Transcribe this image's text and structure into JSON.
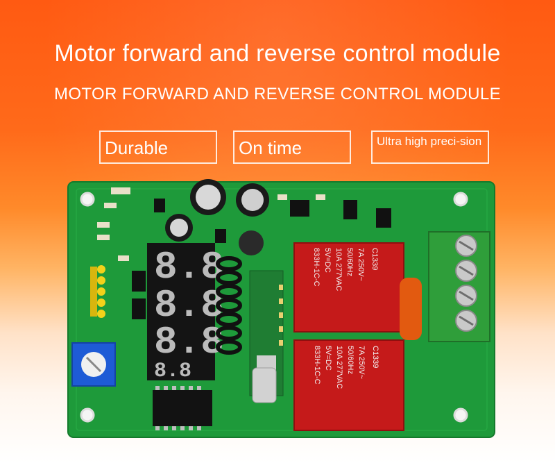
{
  "header": {
    "title": "Motor forward and reverse control module",
    "subtitle": "MOTOR FORWARD AND REVERSE CONTROL MODULE"
  },
  "features": [
    {
      "label": "Durable"
    },
    {
      "label": "On time"
    },
    {
      "label": "Ultra high preci-sion"
    }
  ],
  "relays": [
    {
      "code": "C1339",
      "rating1": "7A 250V~",
      "rating2": "50/60Hz",
      "rating3": "10A 277VAC",
      "coil": "5V=DC",
      "model": "833H-1C-C"
    },
    {
      "code": "C1339",
      "rating1": "7A 250V~",
      "rating2": "50/60Hz",
      "rating3": "10A 277VAC",
      "coil": "5V=DC",
      "model": "833H-1C-C"
    }
  ],
  "colors": {
    "pcb": "#1e9a3a",
    "terminal": "#2f9e3a",
    "potentiometer": "#1e5bd6",
    "pins": "#f3d21a",
    "relay": "#c51a1a"
  }
}
